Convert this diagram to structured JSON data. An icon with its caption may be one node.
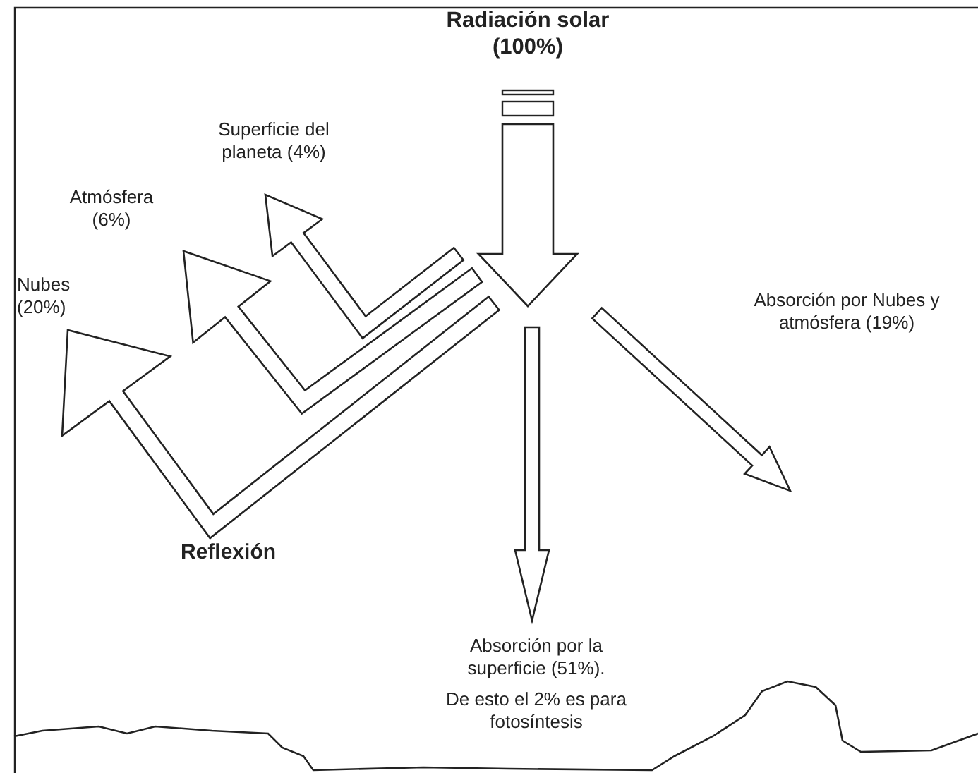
{
  "diagram": {
    "nodes": [
      {
        "text": [
          "Radiación solar (100%)"
        ]
      },
      {
        "text": [
          "Superficie del planeta (4%)"
        ]
      },
      {
        "text": [
          "Atmósfera (6%)"
        ]
      },
      {
        "text": [
          "Nubes (20%)"
        ]
      },
      {
        "text": [
          "Absorción por Nubes y atmósfera (19%)"
        ]
      },
      {
        "text": [
          "Absorción por la superficie (51%).",
          "De esto el 2% es para fotosíntesis"
        ]
      }
    ],
    "edges": [
      {
        "from": 0,
        "to": null,
        "arrow": "to",
        "style": "thick"
      },
      {
        "from": null,
        "to": 1,
        "arrow": "to"
      },
      {
        "from": null,
        "to": 2,
        "arrow": "to"
      },
      {
        "from": null,
        "to": 3,
        "arrow": "to"
      },
      {
        "from": null,
        "to": 5,
        "arrow": "to"
      }
    ],
    "labels": [
      "Reflexión"
    ]
  }
}
